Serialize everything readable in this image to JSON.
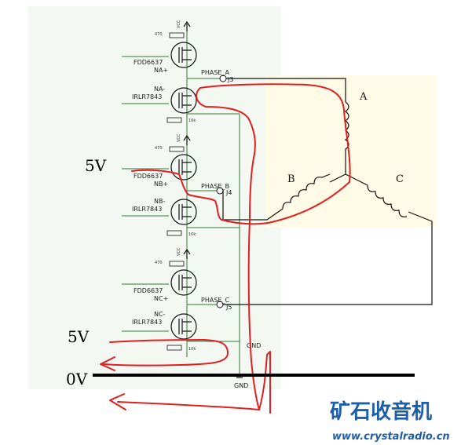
{
  "schematic": {
    "transistors": [
      {
        "model": "FDD6637",
        "net": "NA+"
      },
      {
        "model": "IRLR7843",
        "net": "NA-"
      },
      {
        "model": "FDD6637",
        "net": "NB+"
      },
      {
        "model": "IRLR7843",
        "net": "NB-"
      },
      {
        "model": "FDD6637",
        "net": "NC+"
      },
      {
        "model": "IRLR7843",
        "net": "NC-"
      }
    ],
    "vcc_label": "VCC",
    "gate_resistor_value": "470",
    "source_resistor_value": "10k",
    "phases": [
      {
        "name": "PHASE_A",
        "connector": "J3"
      },
      {
        "name": "PHASE_B",
        "connector": "J4"
      },
      {
        "name": "PHASE_C",
        "connector": "J5"
      }
    ],
    "gnd_label": "GND",
    "gnd_symbol_label": "GND"
  },
  "motor": {
    "coil_a": "A",
    "coil_b": "B",
    "coil_c": "C"
  },
  "annotations": {
    "voltage_top": "5V",
    "voltage_bottom": "5V",
    "ground_ref": "0V",
    "colors": {
      "annotation": "#e02020",
      "wire": "#2e7d32",
      "motor_bg": "#fffbe6"
    }
  },
  "watermark": {
    "brand": "矿石收音机",
    "url": "www.crystalradio.cn"
  }
}
